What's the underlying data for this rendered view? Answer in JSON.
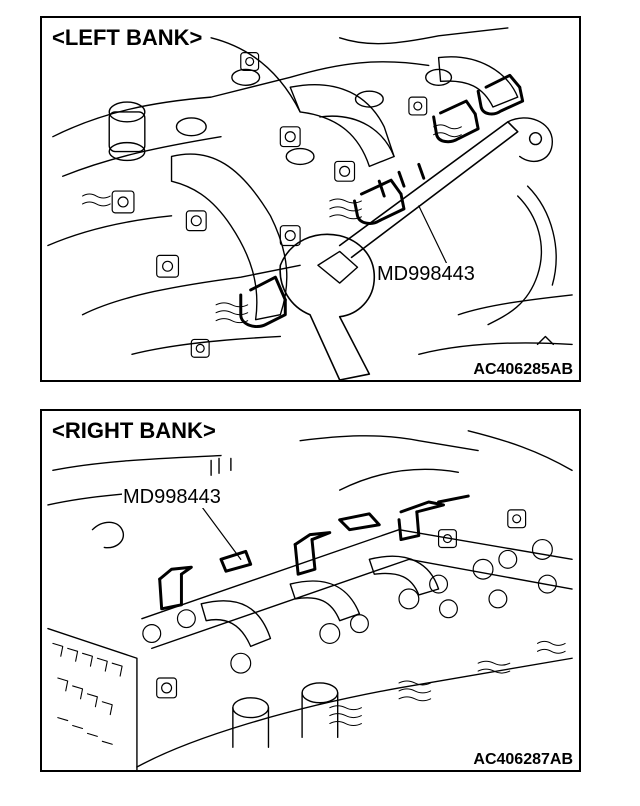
{
  "panels": [
    {
      "title": "<LEFT BANK>",
      "tool_label": "MD998443",
      "figure_code": "AC406285AB"
    },
    {
      "title": "<RIGHT BANK>",
      "tool_label": "MD998443",
      "figure_code": "AC406287AB"
    }
  ],
  "colors": {
    "line": "#000000",
    "background": "#ffffff"
  }
}
